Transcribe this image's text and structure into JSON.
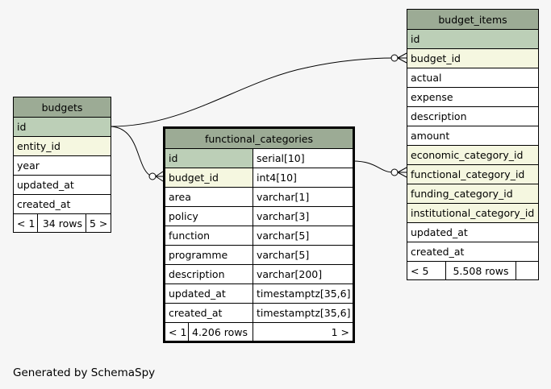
{
  "tables": {
    "budgets": {
      "name": "budgets",
      "columns": [
        "id",
        "entity_id",
        "year",
        "updated_at",
        "created_at"
      ],
      "footer": {
        "prev": "< 1",
        "rows": "34 rows",
        "next": "5 >"
      }
    },
    "functional_categories": {
      "name": "functional_categories",
      "columns": [
        {
          "name": "id",
          "type": "serial[10]"
        },
        {
          "name": "budget_id",
          "type": "int4[10]"
        },
        {
          "name": "area",
          "type": "varchar[1]"
        },
        {
          "name": "policy",
          "type": "varchar[3]"
        },
        {
          "name": "function",
          "type": "varchar[5]"
        },
        {
          "name": "programme",
          "type": "varchar[5]"
        },
        {
          "name": "description",
          "type": "varchar[200]"
        },
        {
          "name": "updated_at",
          "type": "timestamptz[35,6]"
        },
        {
          "name": "created_at",
          "type": "timestamptz[35,6]"
        }
      ],
      "footer": {
        "prev": "< 1",
        "rows": "4.206 rows",
        "next": "1 >"
      }
    },
    "budget_items": {
      "name": "budget_items",
      "columns": [
        "id",
        "budget_id",
        "actual",
        "expense",
        "description",
        "amount",
        "economic_category_id",
        "functional_category_id",
        "funding_category_id",
        "institutional_category_id",
        "updated_at",
        "created_at"
      ],
      "footer": {
        "prev": "< 5",
        "rows": "5.508 rows",
        "next": ""
      }
    }
  },
  "colors": {
    "header": "#9cab95",
    "primary_key": "#bccfb7",
    "foreign_key": "#f5f7e0",
    "background": "#f6f6f6"
  },
  "footer_text": "Generated by SchemaSpy"
}
